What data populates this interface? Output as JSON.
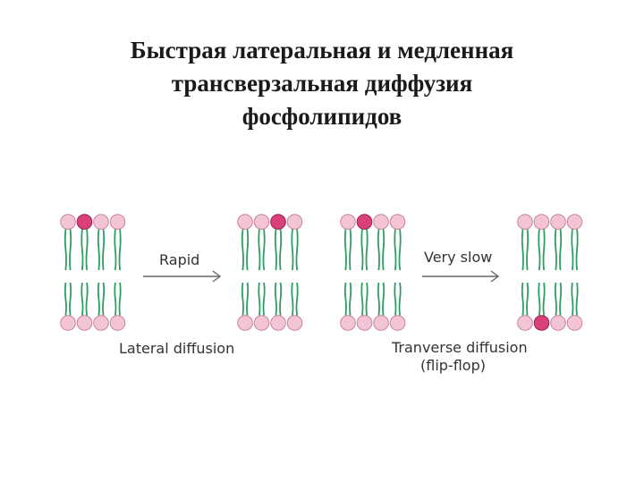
{
  "title_lines": [
    "Быстрая латеральная и медленная",
    "трансверзальная диффузия",
    "фосфолипидов"
  ],
  "arrow_lateral_label": "Rapid",
  "arrow_transverse_label": "Very slow",
  "caption_lateral": "Lateral diffusion",
  "caption_transverse_line1": "Tranverse diffusion",
  "caption_transverse_line2": "(flip-flop)",
  "colors": {
    "head_normal": "#f2c4d6",
    "head_normal_stroke": "#c9849f",
    "head_marked": "#d8417a",
    "head_marked_stroke": "#9c1f4f",
    "tail": "#2e9e63",
    "arrow": "#666666"
  },
  "bilayers": [
    {
      "name": "lateral-before",
      "top_marked": 1,
      "bottom_marked": -1
    },
    {
      "name": "lateral-after",
      "top_marked": 2,
      "bottom_marked": -1
    },
    {
      "name": "transverse-before",
      "top_marked": 1,
      "bottom_marked": -1
    },
    {
      "name": "transverse-after",
      "top_marked": -1,
      "bottom_marked": 1
    }
  ]
}
